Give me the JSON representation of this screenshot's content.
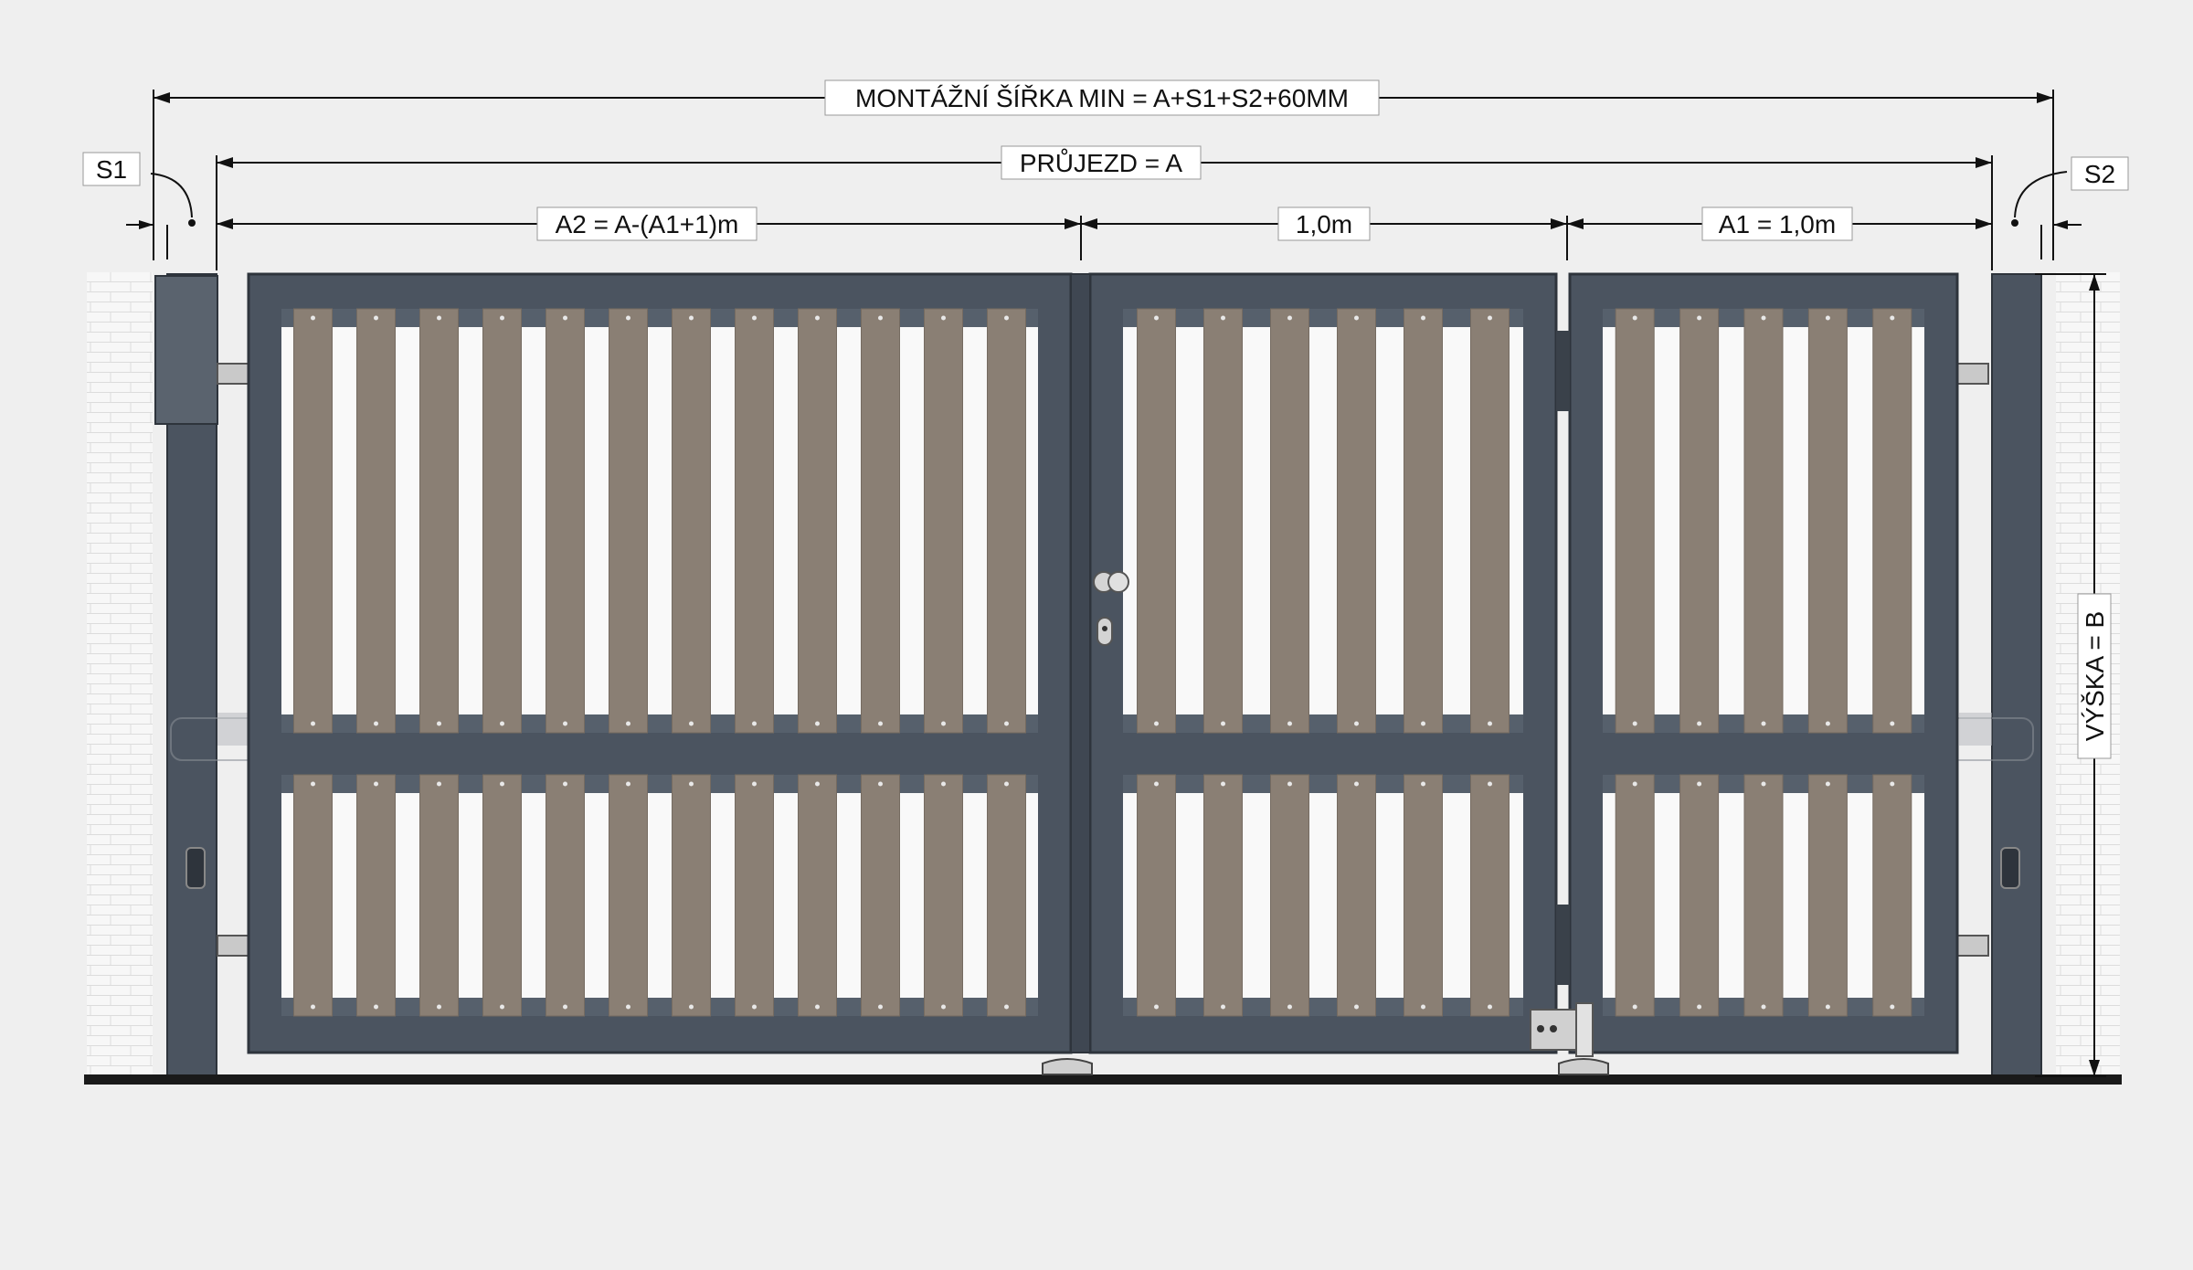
{
  "dimensions": {
    "total_width": "MONTÁŽNÍ ŠÍŘKA MIN = A+S1+S2+60MM",
    "passage": "PRŮJEZD = A",
    "leaf_a2": "A2 = A-(A1+1)m",
    "leaf_middle": "1,0m",
    "leaf_a1": "A1 = 1,0m",
    "gap_s1": "S1",
    "gap_s2": "S2",
    "height": "VÝŠKA = B"
  },
  "colors": {
    "background": "#efefef",
    "frame": "#4b5460",
    "slat": "#8a7f74",
    "wall": "#f7f7f7",
    "ground": "#1a1a1a"
  },
  "icons": [
    "door-handle-icon",
    "keyhole-icon",
    "hinge-icon",
    "latch-icon",
    "gate-stop-icon",
    "drive-motor-icon"
  ]
}
